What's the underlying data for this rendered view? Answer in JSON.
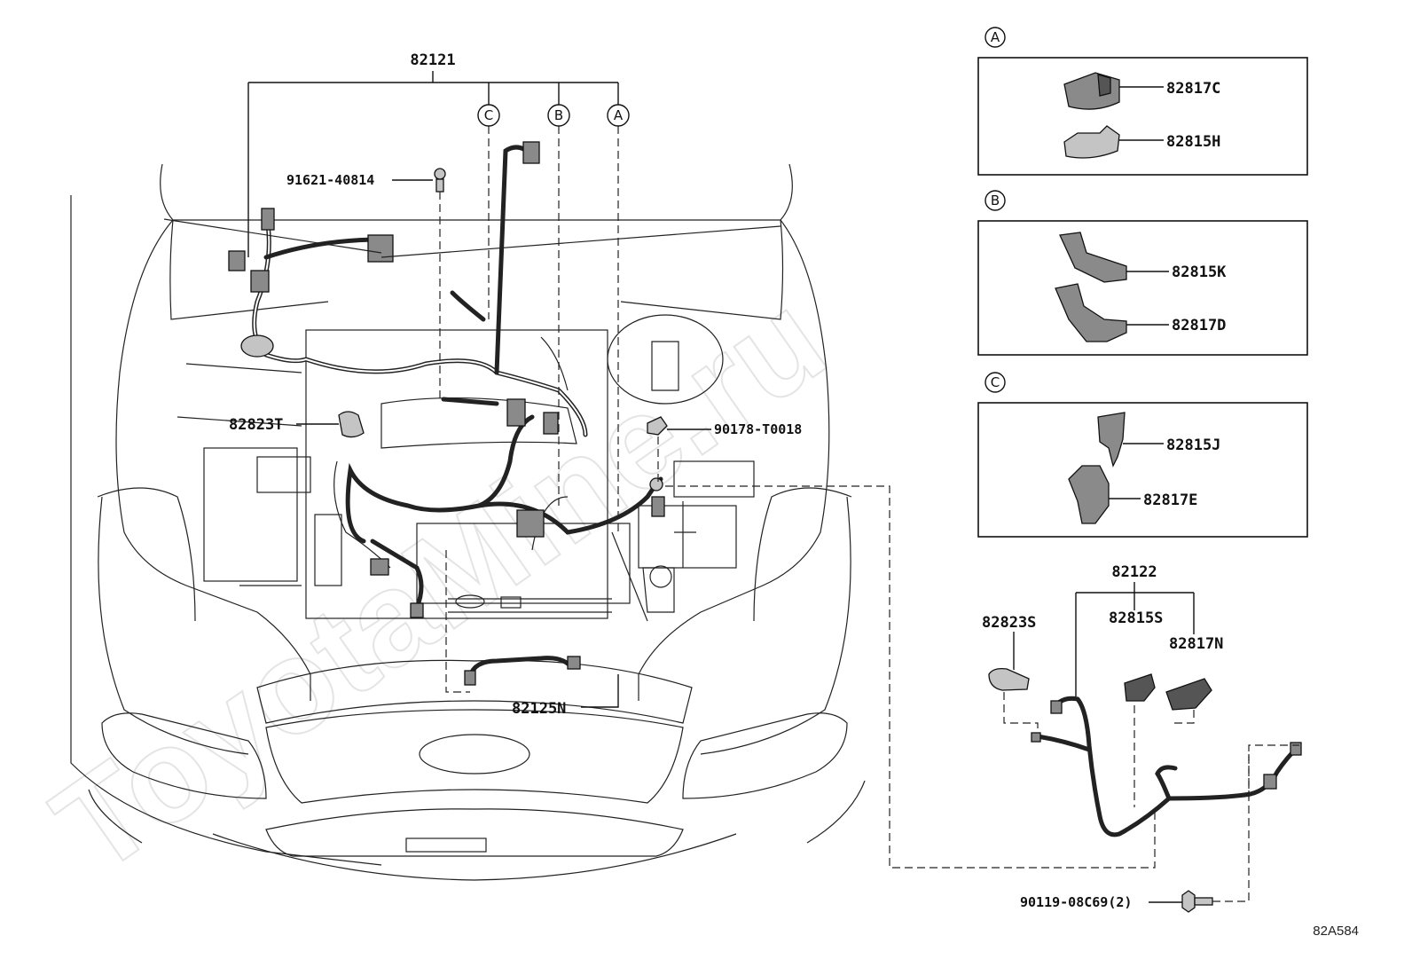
{
  "watermark": "ToyotaMine.ru",
  "diagram_ref": "82A584",
  "main_harness": {
    "part_no": "82121",
    "branch_refs": [
      "C",
      "B",
      "A"
    ]
  },
  "main_labels": {
    "bolt": "91621-40814",
    "cover_t": "82823T",
    "clip_nut": "90178-T0018",
    "sub_harness": "82125N"
  },
  "detail_a": {
    "ref": "A",
    "parts": [
      "82817C",
      "82815H"
    ]
  },
  "detail_b": {
    "ref": "B",
    "parts": [
      "82815K",
      "82817D"
    ]
  },
  "detail_c": {
    "ref": "C",
    "parts": [
      "82815J",
      "82817E"
    ]
  },
  "sub_assembly": {
    "part_no": "82122",
    "parts": [
      "82815S",
      "82817N"
    ],
    "cover": "82823S",
    "bolt": "90119-08C69(2)"
  }
}
